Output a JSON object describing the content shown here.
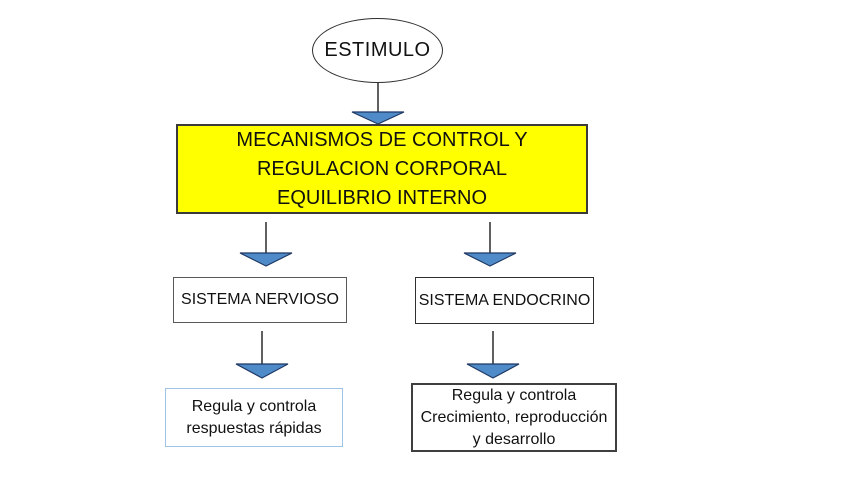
{
  "nodes": {
    "estimulo": {
      "label": "ESTIMULO",
      "shape": "ellipse"
    },
    "mecanismos": {
      "lines": [
        "MECANISMOS DE CONTROL Y",
        "REGULACION CORPORAL",
        "EQUILIBRIO INTERNO"
      ],
      "fill_color": "#FFFF00"
    },
    "sistema_nervioso": {
      "label": "SISTEMA NERVIOSO"
    },
    "sistema_endocrino": {
      "label": "SISTEMA ENDOCRINO"
    },
    "resultado_nervioso": {
      "lines": [
        "Regula y controla",
        "respuestas rápidas"
      ],
      "border_color": "#9DC3E6"
    },
    "resultado_endocrino": {
      "lines": [
        "Regula y controla",
        "Crecimiento, reproducción",
        "y desarrollo"
      ]
    }
  },
  "connectors": {
    "arrow_fill": "#4E8BC8",
    "arrow_stroke": "#1F3864",
    "line_color": "#2B2B2B"
  }
}
